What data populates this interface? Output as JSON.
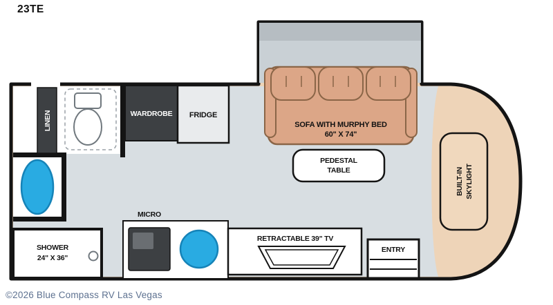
{
  "page": {
    "model_label": "23TE",
    "copyright": "©2026 Blue Compass RV Las Vegas"
  },
  "floorplan": {
    "labels": {
      "linen": "LINEN",
      "wardrobe": "WARDROBE",
      "fridge": "FRIDGE",
      "sofa_line1": "SOFA WITH MURPHY BED",
      "sofa_line2": "60\" X 74\"",
      "pedestal_line1": "PEDESTAL",
      "pedestal_line2": "TABLE",
      "skylight_line1": "BUILT-IN",
      "skylight_line2": "SKYLIGHT",
      "micro": "MICRO",
      "tv": "RETRACTABLE 39\" TV",
      "entry": "ENTRY",
      "shower_line1": "SHOWER",
      "shower_line2": "24\" X 36\""
    },
    "colors": {
      "wall": "#141414",
      "floor": "#d8dee2",
      "slide_floor": "#c9d0d5",
      "slide_band": "#b6bdc2",
      "front_cap": "#eed4b8",
      "sofa": "#dca687",
      "sofa_outline": "#8a6547",
      "cabinet_dark": "#3d4043",
      "sink_blue": "#29abe2",
      "copyright_text": "#5d7190"
    }
  }
}
